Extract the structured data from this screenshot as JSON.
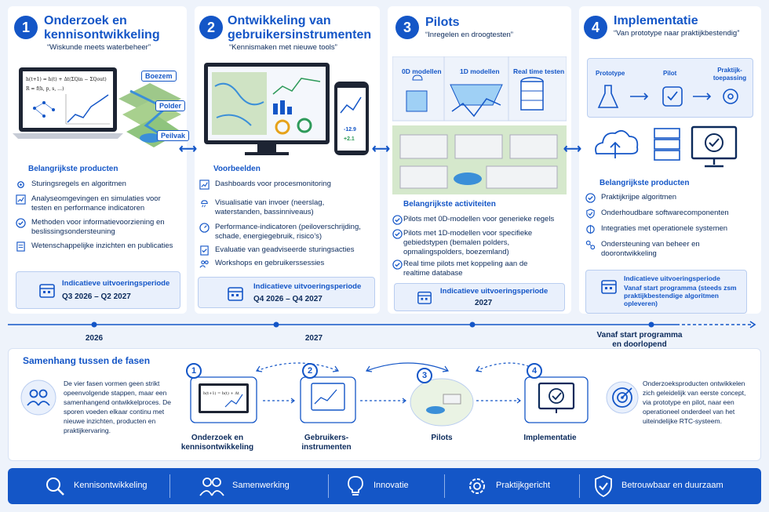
{
  "phases": [
    {
      "num": "1",
      "title": "Onderzoek en kennisontwikkeling",
      "subtitle": "“Wiskunde meets waterbeheer”",
      "labels": [
        "Boezem",
        "Polder",
        "Peilvak"
      ],
      "section": "Belangrijkste producten",
      "items": [
        "Sturingsregels en algoritmen",
        "Analyseomgevingen en simulaties voor testen en performance indicatoren",
        "Methoden voor informatievoorziening en beslissingsondersteuning",
        "Wetenschappelijke inzichten en publicaties"
      ],
      "period_label": "Indicatieve uitvoeringsperiode",
      "period_value": "Q3 2026 – Q2 2027"
    },
    {
      "num": "2",
      "title": "Ontwikkeling van gebruikersinstrumenten",
      "subtitle": "“Kennismaken met nieuwe tools”",
      "section": "Voorbeelden",
      "items": [
        "Dashboards voor procesmonitoring",
        "Visualisatie van invoer (neerslag, waterstanden, bassinniveaus)",
        "Performance-indicatoren (peiloverschrijding, schade, energiegebruik, risico’s)",
        "Evaluatie van geadviseerde sturingsacties",
        "Workshops en gebruikerssessies"
      ],
      "period_label": "Indicatieve uitvoeringsperiode",
      "period_value": "Q4 2026 – Q4 2027"
    },
    {
      "num": "3",
      "title": "Pilots",
      "subtitle": "“Inregelen en droogtesten”",
      "models": [
        "0D modellen",
        "1D modellen",
        "Real time testen"
      ],
      "section": "Belangrijkste activiteiten",
      "items": [
        "Pilots met 0D-modellen voor generieke regels",
        "Pilots met 1D-modellen voor specifieke gebiedstypen (bemalen polders, opmalingspolders, boezemland)",
        "Real time pilots met koppeling aan de realtime database"
      ],
      "period_label": "Indicatieve uitvoeringsperiode",
      "period_value": "2027"
    },
    {
      "num": "4",
      "title": "Implementatie",
      "subtitle": "“Van prototype naar praktijkbestendig”",
      "steps": [
        "Prototype",
        "Pilot",
        "Praktijk-toepassing"
      ],
      "section": "Belangrijkste producten",
      "items": [
        "Praktijkrijpe algoritmen",
        "Onderhoudbare softwarecomponenten",
        "Integraties met operationele systemen",
        "Ondersteuning van beheer en doorontwikkeling"
      ],
      "period_label": "Indicatieve uitvoeringsperiode",
      "period_value": "Vanaf start programma (steeds zsm praktijkbestendige algoritmen opleveren)"
    }
  ],
  "timeline": [
    "2026",
    "2027",
    "Vanaf start programma en doorlopend"
  ],
  "bottom": {
    "title": "Samenhang tussen de fasen",
    "left_text": "De vier fasen vormen geen strikt opeenvolgende stappen, maar een samenhangend ontwikkelproces. De sporen voeden elkaar continu met nieuwe inzichten, producten en praktijkervaring.",
    "flow": [
      {
        "num": "1",
        "label": "Onderzoek en kennisontwikkeling"
      },
      {
        "num": "2",
        "label": "Gebruikers-instrumenten"
      },
      {
        "num": "3",
        "label": "Pilots"
      },
      {
        "num": "4",
        "label": "Implementatie"
      }
    ],
    "right_text": "Onderzoeksproducten ontwikkelen zich geleidelijk van eerste concept, via prototype en pilot, naar een operationeel onderdeel van het uiteindelijke RTC-systeem."
  },
  "footer": [
    "Kennisontwikkeling",
    "Samenwerking",
    "Innovatie",
    "Praktijkgericht",
    "Betrouwbaar en duurzaam"
  ],
  "screen": {
    "val1": "-12.9",
    "val2": "+2.1"
  },
  "colors": {
    "primary": "#1456c7",
    "dark": "#0b2a5b",
    "light": "#e9f0fc"
  }
}
